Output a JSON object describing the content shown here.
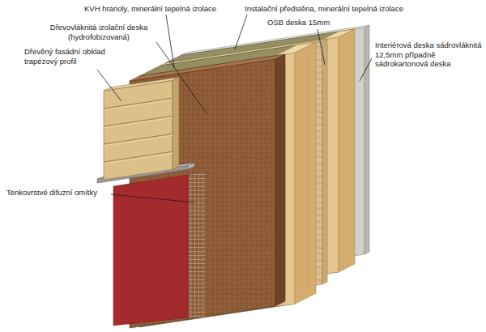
{
  "diagram": {
    "labels": [
      "KVH hranoly, minerální tepelná izolace",
      "Instalační předstěna, minerální tepelná izolace",
      "Dřevovláknitá izolační deska (hydrofobizovaná)",
      "OSB deska 15mm",
      "Dřevěný fasádní obklad trapézový profil",
      "Interiérová deska sádrovláknitá 12,5mm případně sádrokartonová deska",
      "Tenkovrstvé difuzní omítky"
    ]
  }
}
